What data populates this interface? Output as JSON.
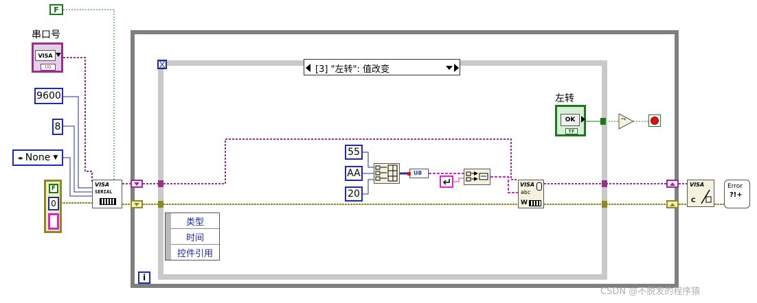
{
  "colors": {
    "while_loop_border": "#7f7f7f",
    "event_frame_border": "#c9c9c9",
    "visa_wire": "#9a2e8c",
    "error_wire": "#8a8a20",
    "bool_wire": "#1a7a1a",
    "numeric_blue": "#1d28b4"
  },
  "controls": {
    "serial_port_label": "串口号",
    "visa_resource_text": "VISA",
    "visa_io_text": "I/0",
    "baud_rate": "9600",
    "data_bits": "8",
    "parity": "None",
    "stop_false": "F",
    "error_cluster_status": "F",
    "error_cluster_code": "0"
  },
  "event_structure": {
    "selector_label": "[3] \"左转\": 值改变",
    "event_data": [
      "类型",
      "时间",
      "控件引用"
    ]
  },
  "left_turn": {
    "label": "左转",
    "button_text": "OK",
    "terminal_tag": "TF"
  },
  "bytes": [
    "55",
    "AA",
    "20"
  ],
  "nodes": {
    "visa_configure_title": "VISA",
    "visa_configure_sub": "SERIAL",
    "visa_write_title": "VISA",
    "visa_write_abc": "abc",
    "visa_write_w": "W",
    "visa_close_title": "VISA",
    "visa_close_c": "C",
    "error_handler_title": "Error",
    "error_handler_sym": "?!+",
    "u8_label": "U8",
    "loop_iteration": "i",
    "not_symbol": "¬"
  },
  "watermark": "CSDN @不脱发的程序猿"
}
